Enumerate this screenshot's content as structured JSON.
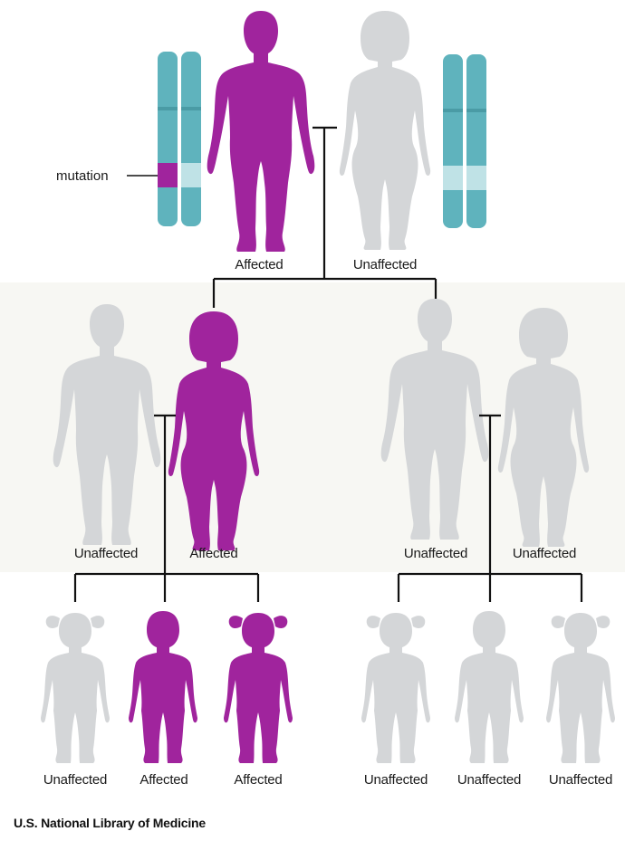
{
  "mutation_label": "mutation",
  "parents": {
    "father_label": "Affected",
    "mother_label": "Unaffected"
  },
  "generation2": {
    "couple1": {
      "husband_label": "Unaffected",
      "wife_label": "Affected"
    },
    "couple2": {
      "husband_label": "Unaffected",
      "wife_label": "Unaffected"
    }
  },
  "generation3": {
    "family1": [
      "Unaffected",
      "Affected",
      "Affected"
    ],
    "family2": [
      "Unaffected",
      "Unaffected",
      "Unaffected"
    ]
  },
  "credit": "U.S. National Library of Medicine",
  "colors": {
    "affected": "#a0249d",
    "unaffected": "#d4d6d8",
    "chromosome": "#5fb3bd",
    "chromosome_light": "#bfe2e6",
    "line": "#111111"
  }
}
